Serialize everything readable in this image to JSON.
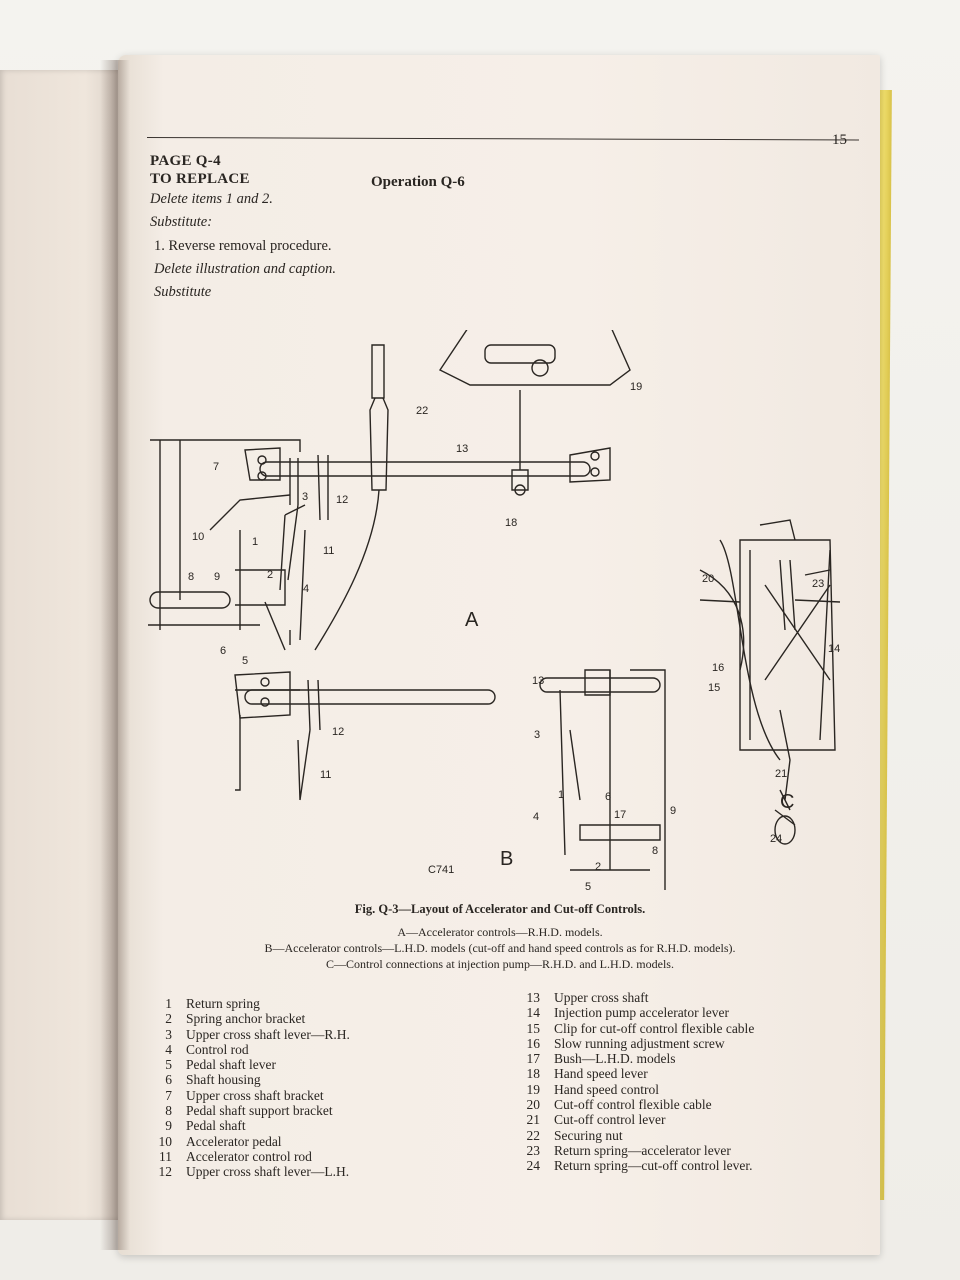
{
  "header": {
    "page_number": "15",
    "page_ref": "PAGE Q-4",
    "section": "TO REPLACE",
    "operation": "Operation Q-6"
  },
  "instructions": {
    "line1": "Delete items 1 and 2.",
    "line2": "Substitute:",
    "line3": "1. Reverse removal procedure.",
    "line4": "Delete illustration and caption.",
    "line5": "Substitute"
  },
  "diagram": {
    "view_a": "A",
    "view_b": "B",
    "view_c": "C",
    "drawing_code": "C741",
    "callouts": {
      "n1": "1",
      "n2": "2",
      "n3": "3",
      "n4": "4",
      "n5": "5",
      "n6": "6",
      "n7": "7",
      "n8": "8",
      "n9": "9",
      "n10": "10",
      "n11": "11",
      "n12": "12",
      "n13": "13",
      "n14": "14",
      "n15": "15",
      "n16": "16",
      "n17": "17",
      "n18": "18",
      "n19": "19",
      "n20": "20",
      "n21": "21",
      "n22": "22",
      "n23": "23",
      "n24": "24"
    }
  },
  "figure": {
    "caption": "Fig. Q-3—Layout of Accelerator and Cut-off Controls.",
    "sub_a": "A—Accelerator controls—R.H.D. models.",
    "sub_b": "B—Accelerator controls—L.H.D. models (cut-off and hand speed controls as for R.H.D. models).",
    "sub_c": "C—Control connections at injection pump—R.H.D. and L.H.D. models."
  },
  "legend_left": [
    {
      "num": "1",
      "text": "Return spring"
    },
    {
      "num": "2",
      "text": "Spring anchor bracket"
    },
    {
      "num": "3",
      "text": "Upper cross shaft lever—R.H."
    },
    {
      "num": "4",
      "text": "Control rod"
    },
    {
      "num": "5",
      "text": "Pedal shaft lever"
    },
    {
      "num": "6",
      "text": "Shaft housing"
    },
    {
      "num": "7",
      "text": "Upper cross shaft bracket"
    },
    {
      "num": "8",
      "text": "Pedal shaft support bracket"
    },
    {
      "num": "9",
      "text": "Pedal shaft"
    },
    {
      "num": "10",
      "text": "Accelerator pedal"
    },
    {
      "num": "11",
      "text": "Accelerator control rod"
    },
    {
      "num": "12",
      "text": "Upper cross shaft lever—L.H."
    }
  ],
  "legend_right": [
    {
      "num": "13",
      "text": "Upper cross shaft"
    },
    {
      "num": "14",
      "text": "Injection pump accelerator lever"
    },
    {
      "num": "15",
      "text": "Clip for cut-off control flexible cable"
    },
    {
      "num": "16",
      "text": "Slow running adjustment screw"
    },
    {
      "num": "17",
      "text": "Bush—L.H.D. models"
    },
    {
      "num": "18",
      "text": "Hand speed lever"
    },
    {
      "num": "19",
      "text": "Hand speed control"
    },
    {
      "num": "20",
      "text": "Cut-off control flexible cable"
    },
    {
      "num": "21",
      "text": "Cut-off control lever"
    },
    {
      "num": "22",
      "text": "Securing nut"
    },
    {
      "num": "23",
      "text": "Return spring—accelerator lever"
    },
    {
      "num": "24",
      "text": "Return spring—cut-off control lever."
    }
  ]
}
